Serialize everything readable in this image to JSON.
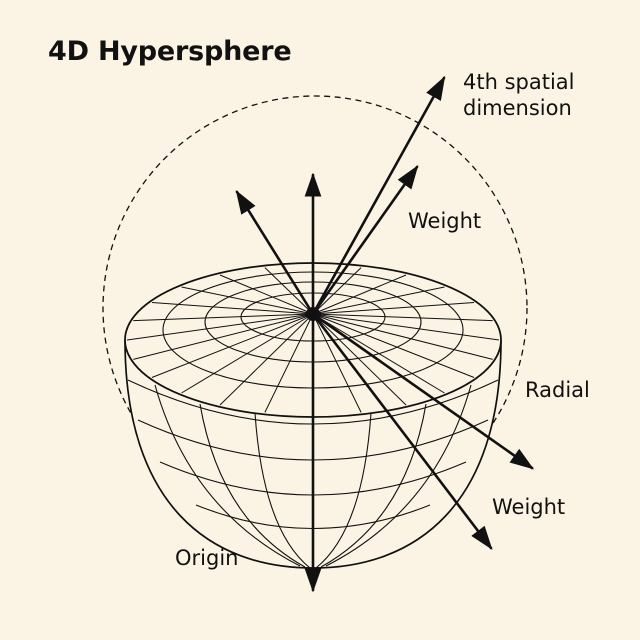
{
  "title": "4D Hypersphere",
  "labels": {
    "fourth_dimension_line1": "4th spatial",
    "fourth_dimension_line2": "dimension",
    "weight_upper": "Weight",
    "radial": "Radial",
    "weight_lower": "Weight",
    "origin": "Origin"
  },
  "colors": {
    "background": "#fbf4e4",
    "ink": "#111111"
  }
}
